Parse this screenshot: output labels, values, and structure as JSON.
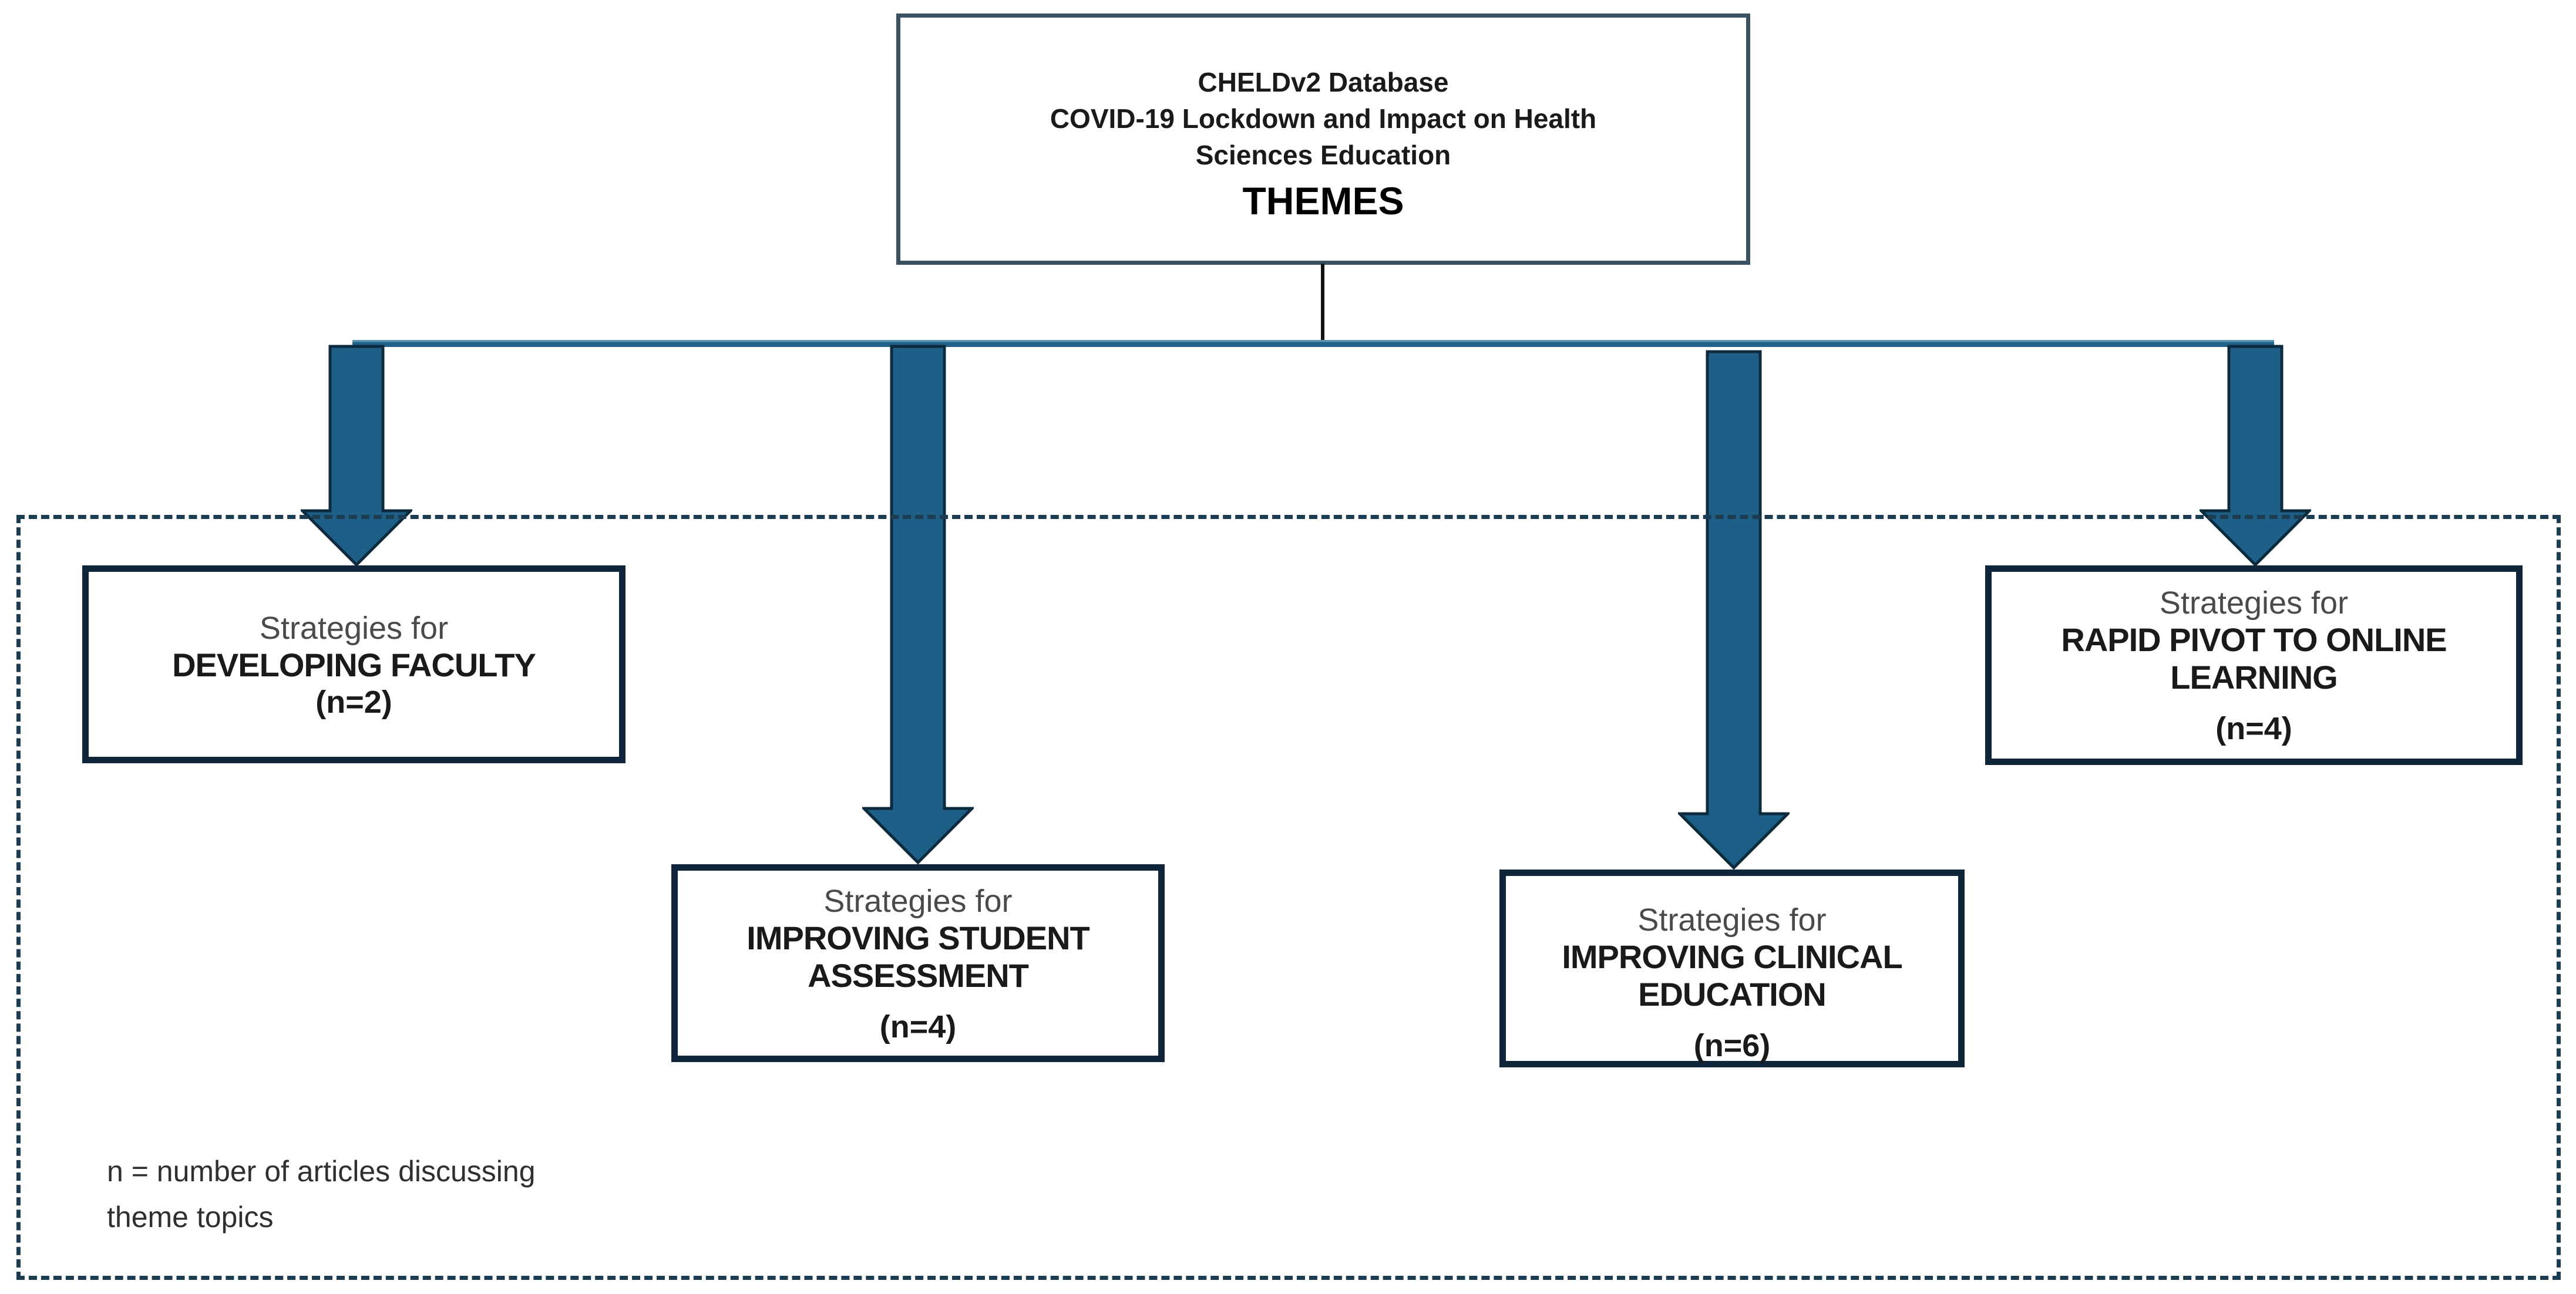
{
  "title": {
    "line1": "CHELDv2 Database",
    "line2": "COVID-19 Lockdown and Impact on Health Sciences Education",
    "line3": "THEMES"
  },
  "themes": [
    {
      "prefix": "Strategies for",
      "name": "DEVELOPING FACULTY",
      "count": "(n=2)"
    },
    {
      "prefix": "Strategies for",
      "name": "IMPROVING STUDENT ASSESSMENT",
      "count": "(n=4)"
    },
    {
      "prefix": "Strategies for",
      "name": "IMPROVING CLINICAL EDUCATION",
      "count": "(n=6)"
    },
    {
      "prefix": "Strategies for",
      "name": "RAPID PIVOT TO ONLINE LEARNING",
      "count": "(n=4)"
    }
  ],
  "legend": {
    "line1": "n = number of articles discussing",
    "line2": "theme topics"
  },
  "colors": {
    "arrow_fill": "#1E5F87",
    "arrow_outline": "#0E2A3D",
    "line_color": "#1F638B",
    "line_light": "#5E93AD",
    "box_border": "#0F2539",
    "dashed_border": "#1C3C52",
    "title_border": "#3A5260",
    "connector": "#111111",
    "text_dark": "#1A1A1A",
    "text_gray": "#4A4A4A",
    "legend_text": "#2F2F2F",
    "background": "#FFFFFF"
  }
}
